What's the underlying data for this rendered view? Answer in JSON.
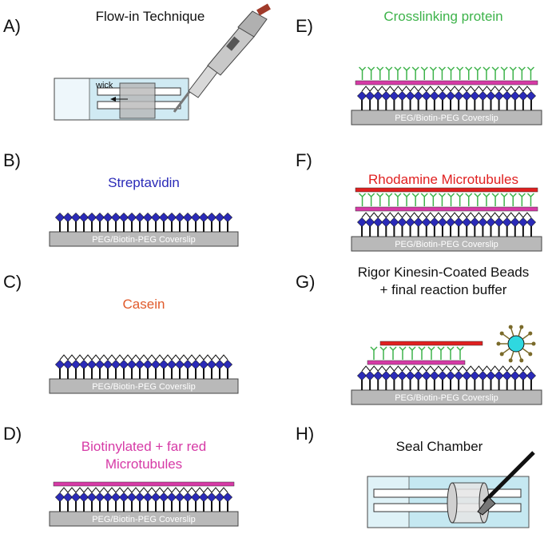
{
  "colors": {
    "streptavidin": "#2b2bb8",
    "casein": "#e05a2b",
    "far_red_microtubule": "#d63aa6",
    "crosslinker": "#3db34a",
    "rhodamine": "#e02020",
    "coverslip": "#b9b9b9",
    "bead": "#2fd8e0"
  },
  "coverslip_label": "PEG/Biotin-PEG Coverslip",
  "panels": {
    "A": {
      "letter": "A)",
      "title": "Flow-in Technique",
      "wick": "wick"
    },
    "B": {
      "letter": "B)",
      "title": "Streptavidin"
    },
    "C": {
      "letter": "C)",
      "title": "Casein"
    },
    "D": {
      "letter": "D)",
      "title_line1": "Biotinylated + far red",
      "title_line2": "Microtubules"
    },
    "E": {
      "letter": "E)",
      "title": "Crosslinking protein"
    },
    "F": {
      "letter": "F)",
      "title": "Rhodamine Microtubules"
    },
    "G": {
      "letter": "G)",
      "title_line1": "Rigor Kinesin-Coated Beads",
      "title_line2": "+ final reaction buffer"
    },
    "H": {
      "letter": "H)",
      "title": "Seal Chamber"
    }
  }
}
